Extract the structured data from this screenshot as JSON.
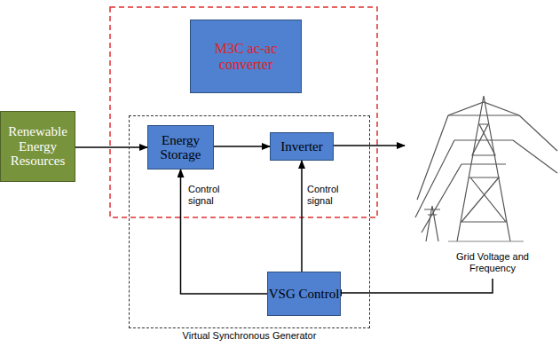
{
  "diagram": {
    "nodes": [
      {
        "text": [
          "M3C ac-ac converter"
        ]
      },
      {
        "text": [
          "Renewable Energy Resources"
        ]
      },
      {
        "text": [
          "Virtual Synchronous Generator"
        ]
      },
      {
        "text": [
          "Energy Storage"
        ],
        "in": 2
      },
      {
        "text": [
          "Inverter"
        ],
        "in": 2
      },
      {
        "text": [
          "VSG Control"
        ],
        "in": 2
      }
    ],
    "edges": [
      {
        "from": 1,
        "to": 3,
        "arrow": "to"
      },
      {
        "from": 3,
        "to": 4,
        "arrow": "to"
      },
      {
        "from": 5,
        "to": 3,
        "arrow": "to"
      },
      {
        "from": 5,
        "to": 4,
        "arrow": "to"
      }
    ],
    "labels": [
      "Control signal",
      "Control signal",
      "Grid Voltage and Frequency"
    ]
  }
}
